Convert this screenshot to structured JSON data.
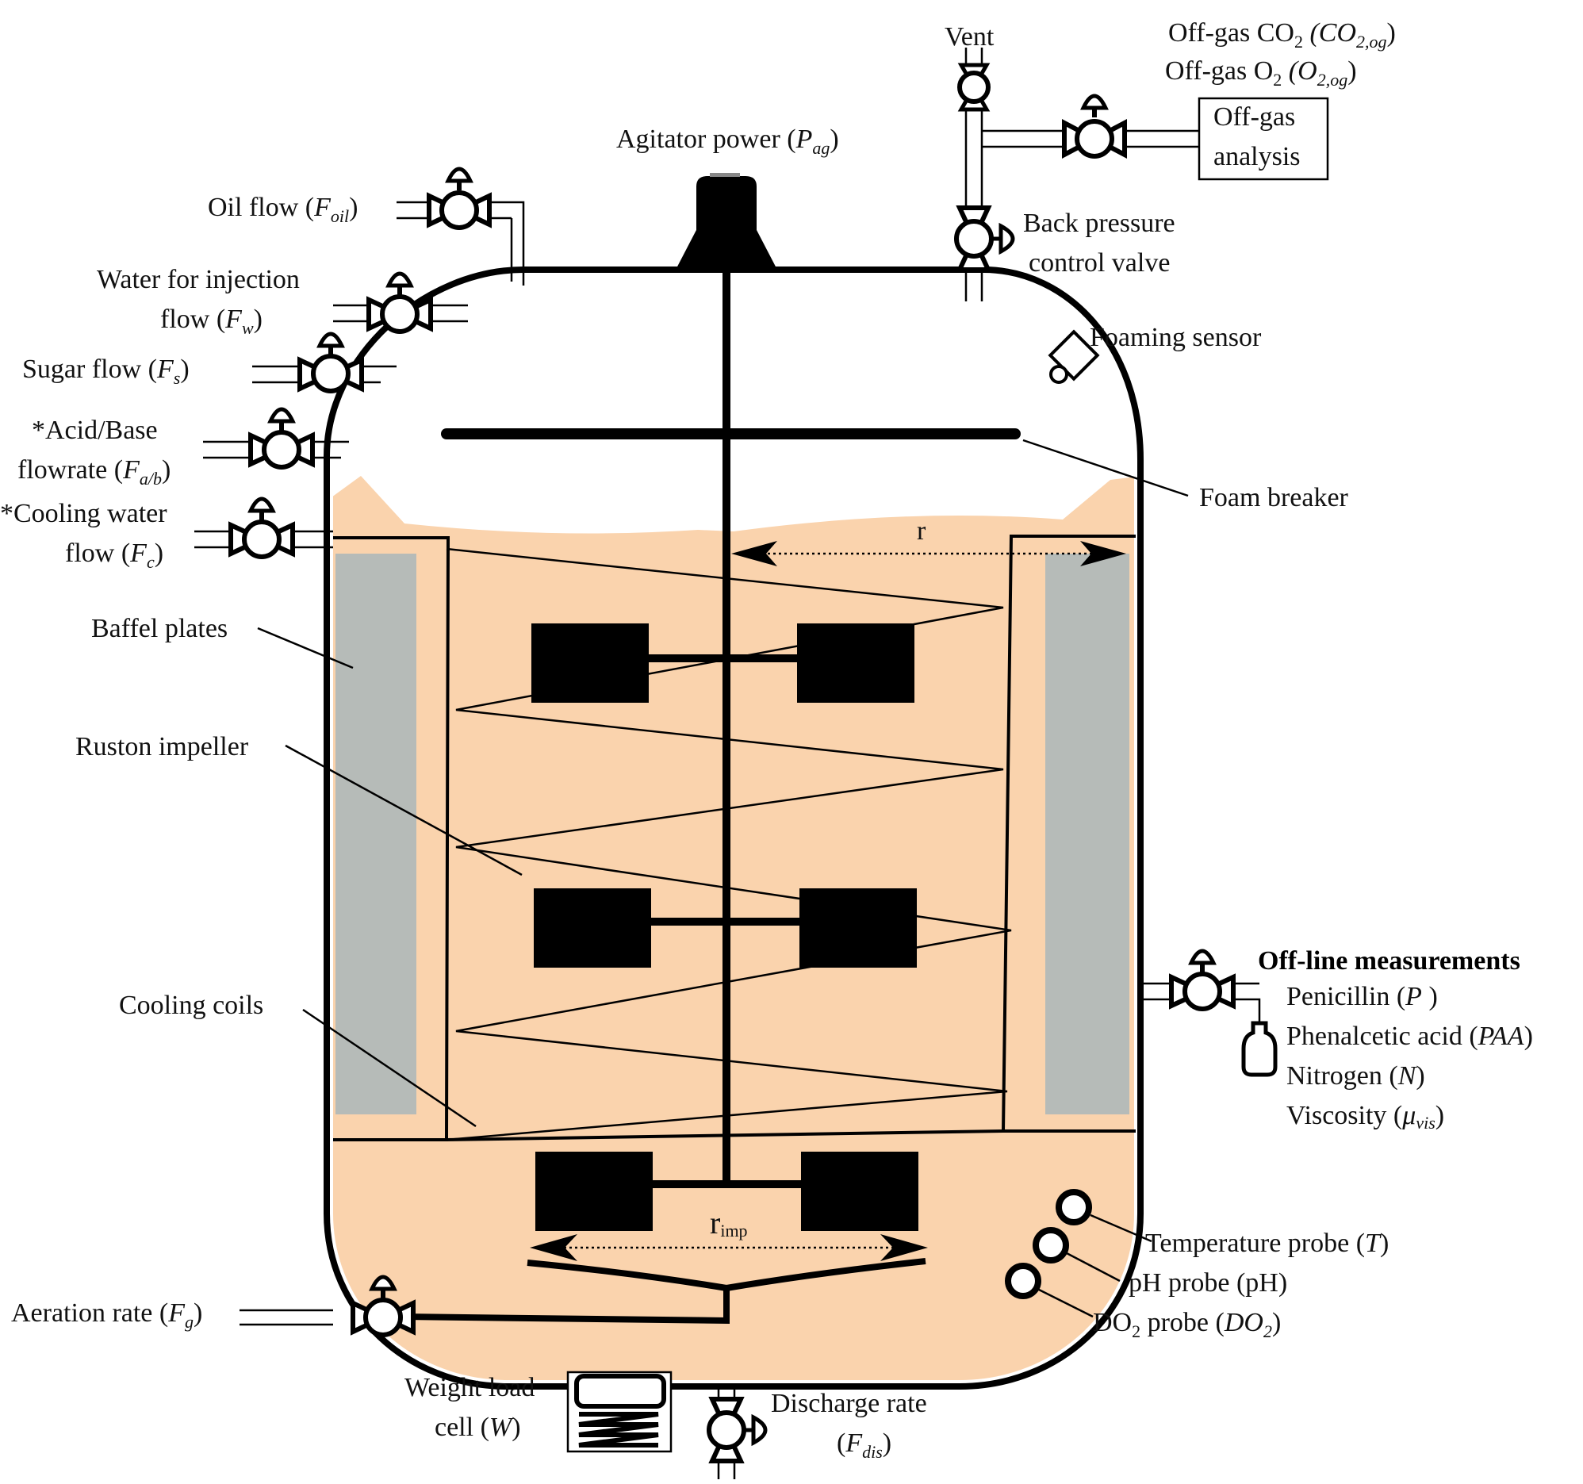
{
  "labels": {
    "vent": "Vent",
    "offgas_co2_main": "Off-gas CO",
    "offgas_co2_paren": "(CO",
    "offgas_co2_sub": "2,og",
    "offgas_o2_main": "Off-gas O",
    "offgas_o2_paren": "(O",
    "offgas_o2_sub": "2,og",
    "offgas_analysis_l1": "Off-gas",
    "offgas_analysis_l2": "analysis",
    "agitator_main": "Agitator power (",
    "agitator_sym": "P",
    "agitator_sub": "ag",
    "oil_main": "Oil flow (",
    "oil_sym": "F",
    "oil_sub": "oil",
    "water_l1": "Water for injection",
    "water_l2_main": "flow (",
    "water_sym": "F",
    "water_sub": "w",
    "sugar_main": "Sugar flow (",
    "sugar_sym": "F",
    "sugar_sub": "s",
    "acid_l1": "*Acid/Base",
    "acid_l2_main": "flowrate (",
    "acid_sym": "F",
    "acid_sub": "a/b",
    "cooling_water_l1": "*Cooling water",
    "cooling_water_l2_main": "flow (",
    "cooling_water_sym": "F",
    "cooling_water_sub": "c",
    "back_pressure_l1": "Back pressure",
    "back_pressure_l2": "control valve",
    "foaming_sensor": "Foaming sensor",
    "foam_breaker": "Foam breaker",
    "r": "r",
    "r_imp_main": "r",
    "r_imp_sub": "imp",
    "baffel_plates": "Baffel plates",
    "ruston_impeller": "Ruston impeller",
    "cooling_coils": "Cooling coils",
    "offline_title": "Off-line measurements",
    "penicillin_main": "Penicillin (",
    "penicillin_sym": "P",
    "paa_main": "Phenalcetic acid (",
    "paa_sym": "PAA",
    "nitrogen_main": "Nitrogen (",
    "nitrogen_sym": "N",
    "viscosity_main": "Viscosity (",
    "viscosity_sym": "μ",
    "viscosity_sub": "vis",
    "temp_main": "Temperature probe (",
    "temp_sym": "T",
    "ph_probe": "pH probe (pH)",
    "do2_main": "DO",
    "do2_tail": "probe (",
    "do2_sym": "DO",
    "aeration_main": "Aeration rate (",
    "aeration_sym": "F",
    "aeration_sub": "g",
    "weight_l1": "Weight load",
    "weight_l2_main": "cell (",
    "weight_sym": "W",
    "discharge_l1": "Discharge rate",
    "discharge_sym": "F",
    "discharge_sub": "dis",
    "two": "2",
    "close_paren": ")"
  },
  "colors": {
    "broth": "#fad3ad",
    "baffle": "#b6bbb8",
    "stroke": "#000000"
  }
}
